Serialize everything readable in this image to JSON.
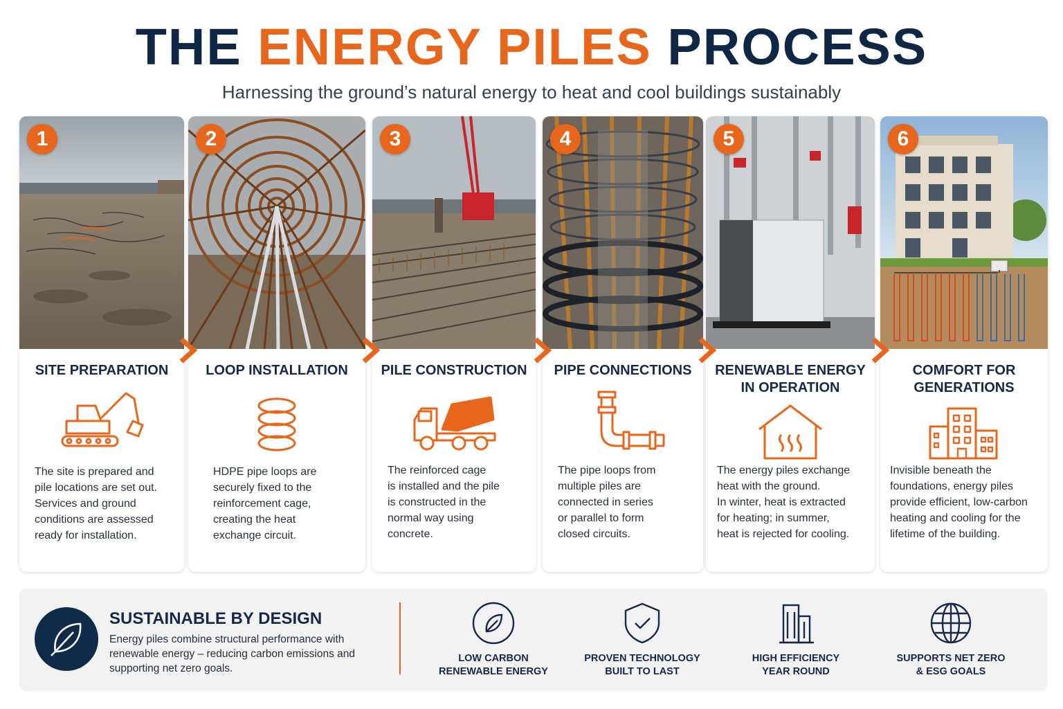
{
  "header": {
    "title_part1": "THE ",
    "title_accent": "ENERGY PILES",
    "title_part2": " PROCESS",
    "subtitle": "Harnessing the ground’s natural energy to heat and cool buildings sustainably"
  },
  "steps": [
    {
      "number": "1",
      "title": "SITE PREPARATION",
      "icon": "excavator-icon",
      "description": "The site is prepared and\npile locations are set out.\nServices and ground\nconditions are assessed\nready for installation."
    },
    {
      "number": "2",
      "title": "LOOP INSTALLATION",
      "icon": "coil-loop-icon",
      "description": "HDPE pipe loops are\nsecurely fixed to the\nreinforcement cage,\ncreating the heat\nexchange circuit."
    },
    {
      "number": "3",
      "title": "PILE CONSTRUCTION",
      "icon": "concrete-mixer-truck-icon",
      "description": "The reinforced cage\nis installed and the pile\nis constructed in the\nnormal way using\nconcrete."
    },
    {
      "number": "4",
      "title": "PIPE CONNECTIONS",
      "icon": "pipe-elbow-icon",
      "description": "The pipe loops from\nmultiple piles are\nconnected in series\nor parallel to form\nclosed circuits."
    },
    {
      "number": "5",
      "title": "RENEWABLE ENERGY\nIN OPERATION",
      "icon": "house-heat-icon",
      "description": "The energy piles exchange\nheat with the ground.\nIn winter, heat is extracted\nfor heating; in summer,\nheat is rejected for cooling."
    },
    {
      "number": "6",
      "title": "COMFORT FOR\nGENERATIONS",
      "icon": "buildings-icon",
      "description": "Invisible beneath the\nfoundations, energy piles\nprovide efficient, low-carbon\nheating and cooling for the\nlifetime of the building."
    }
  ],
  "banner": {
    "title": "SUSTAINABLE BY DESIGN",
    "description": "Energy piles combine structural performance with renewable energy – reducing carbon emissions and supporting net zero goals.",
    "icon": "leaf-icon",
    "features": [
      {
        "icon": "leaf-circle-icon",
        "label": "LOW CARBON\nRENEWABLE ENERGY"
      },
      {
        "icon": "shield-check-icon",
        "label": "PROVEN TECHNOLOGY\nBUILT TO LAST"
      },
      {
        "icon": "building-icon",
        "label": "HIGH EFFICIENCY\nYEAR ROUND"
      },
      {
        "icon": "globe-icon",
        "label": "SUPPORTS NET ZERO\n& ESG GOALS"
      }
    ]
  },
  "colors": {
    "accent": "#e8661c",
    "navy": "#0f2744",
    "banner_bg": "#f2f2f3"
  }
}
